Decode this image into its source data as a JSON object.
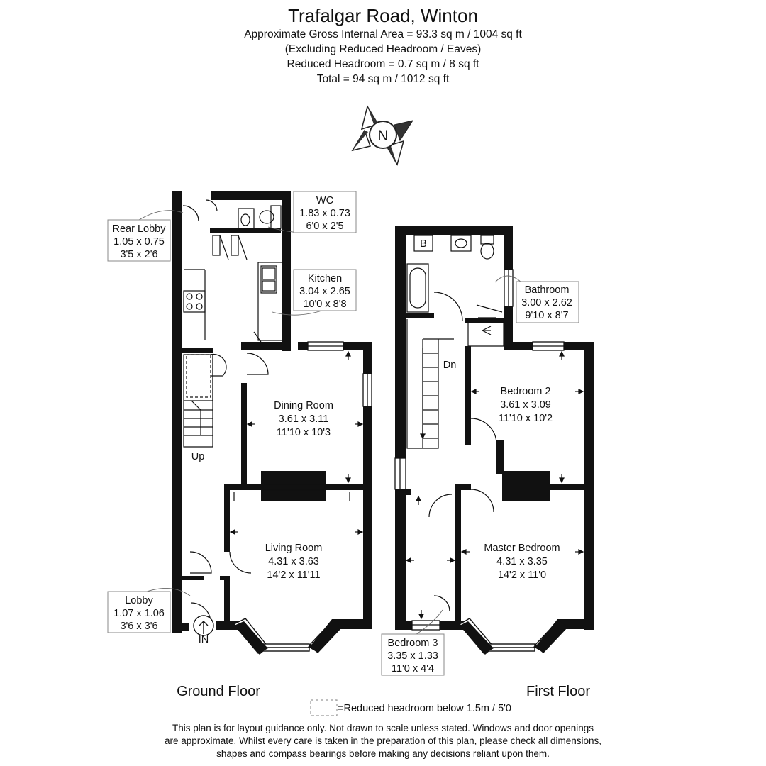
{
  "header": {
    "title": "Trafalgar Road, Winton",
    "lines": [
      "Approximate Gross Internal Area = 93.3 sq m / 1004 sq ft",
      "(Excluding Reduced Headroom / Eaves)",
      "Reduced Headroom = 0.7 sq m / 8 sq ft",
      "Total = 94 sq m / 1012 sq ft"
    ]
  },
  "compass": {
    "letter": "N",
    "icon": "compass-icon"
  },
  "ground_floor": {
    "label": "Ground Floor",
    "rooms": {
      "rear_lobby": {
        "name": "Rear Lobby",
        "metric": "1.05 x 0.75",
        "imperial": "3'5 x 2'6"
      },
      "wc": {
        "name": "WC",
        "metric": "1.83 x 0.73",
        "imperial": "6'0 x 2'5"
      },
      "kitchen": {
        "name": "Kitchen",
        "metric": "3.04 x 2.65",
        "imperial": "10'0 x 8'8"
      },
      "dining": {
        "name": "Dining Room",
        "metric": "3.61 x 3.11",
        "imperial": "11'10 x 10'3"
      },
      "living": {
        "name": "Living Room",
        "metric": "4.31 x 3.63",
        "imperial": "14'2 x 11'11"
      },
      "lobby": {
        "name": "Lobby",
        "metric": "1.07 x 1.06",
        "imperial": "3'6 x 3'6"
      }
    },
    "stairs_label": "Up",
    "entrance_label": "IN"
  },
  "first_floor": {
    "label": "First Floor",
    "rooms": {
      "bathroom": {
        "name": "Bathroom",
        "metric": "3.00 x 2.62",
        "imperial": "9'10 x 8'7"
      },
      "bedroom2": {
        "name": "Bedroom 2",
        "metric": "3.61 x 3.09",
        "imperial": "11'10 x 10'2"
      },
      "master": {
        "name": "Master Bedroom",
        "metric": "4.31 x 3.35",
        "imperial": "14'2 x 11'0"
      },
      "bedroom3": {
        "name": "Bedroom 3",
        "metric": "3.35 x 1.33",
        "imperial": "11'0 x 4'4"
      }
    },
    "stairs_label": "Dn",
    "boiler_label": "B"
  },
  "legend": {
    "text": "=Reduced headroom below 1.5m / 5'0"
  },
  "footer": {
    "lines": [
      "This plan is for layout guidance only. Not drawn to scale unless stated. Windows and door openings",
      "are approximate. Whilst every care is taken in the preparation of this plan, please check all dimensions,",
      "shapes and compass bearings before making any decisions reliant upon them."
    ]
  }
}
